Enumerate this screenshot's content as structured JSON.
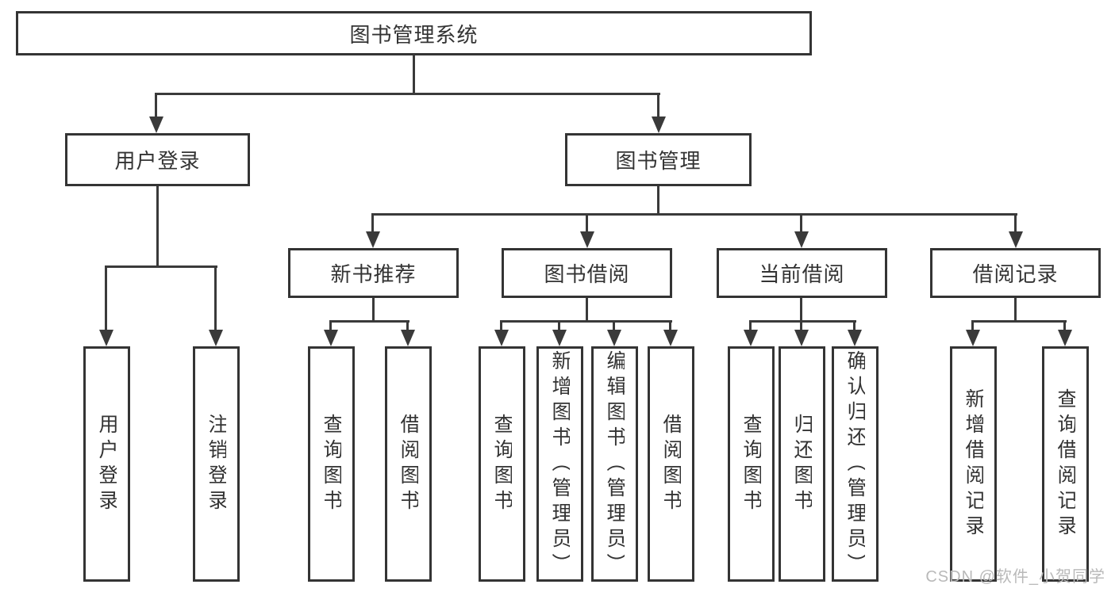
{
  "diagram": {
    "type": "hierarchy-tree",
    "title": "图书管理系统"
  },
  "nodes": {
    "root": "图书管理系统",
    "level2": [
      "用户登录",
      "图书管理"
    ],
    "level3": [
      "新书推荐",
      "图书借阅",
      "当前借阅",
      "借阅记录"
    ],
    "leaves": [
      "用户登录",
      "注销登录",
      "查询图书",
      "借阅图书",
      "查询图书",
      "新增图书（管理员）",
      "编辑图书（管理员）",
      "借阅图书",
      "查询图书",
      "归还图书",
      "确认归还（管理员）",
      "新增借阅记录",
      "查询借阅记录"
    ]
  },
  "edges": [
    {
      "from": "图书管理系统",
      "to": [
        "用户登录",
        "图书管理"
      ]
    },
    {
      "from": "用户登录",
      "to": [
        "用户登录",
        "注销登录"
      ]
    },
    {
      "from": "图书管理",
      "to": [
        "新书推荐",
        "图书借阅",
        "当前借阅",
        "借阅记录"
      ]
    },
    {
      "from": "新书推荐",
      "to": [
        "查询图书",
        "借阅图书"
      ]
    },
    {
      "from": "图书借阅",
      "to": [
        "查询图书",
        "新增图书（管理员）",
        "编辑图书（管理员）",
        "借阅图书"
      ]
    },
    {
      "from": "当前借阅",
      "to": [
        "查询图书",
        "归还图书",
        "确认归还（管理员）"
      ]
    },
    {
      "from": "借阅记录",
      "to": [
        "新增借阅记录",
        "查询借阅记录"
      ]
    }
  ],
  "watermark": {
    "text": "CSDN @软件_小贺同学"
  },
  "colors": {
    "background": "#ffffff",
    "box_border": "#343434",
    "line": "#3a3a3a",
    "text": "#333333",
    "watermark": "#b9b9b9"
  }
}
